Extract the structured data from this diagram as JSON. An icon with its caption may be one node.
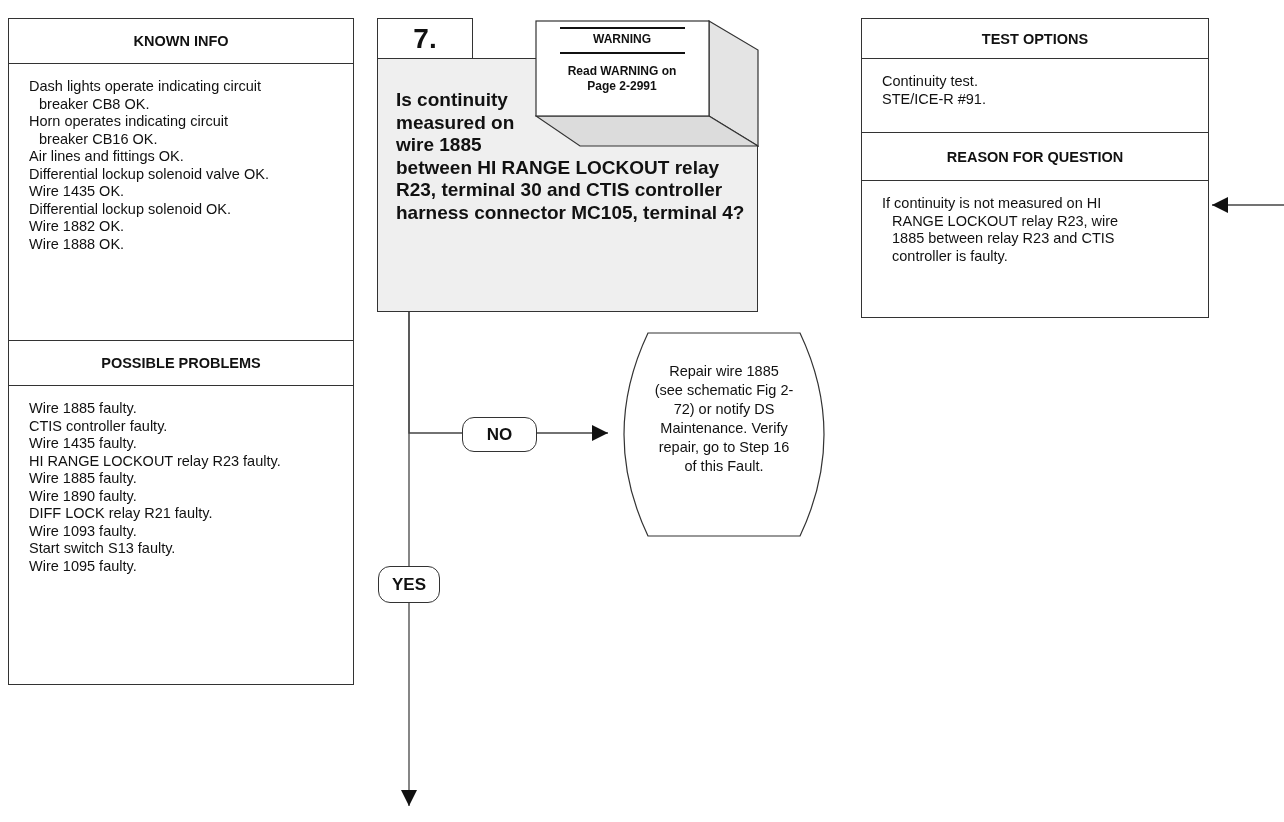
{
  "diagram": {
    "nodes": [
      {
        "text": [
          "KNOWN INFO",
          "Dash lights operate indicating circuit breaker CB8 OK.",
          "Horn operates indicating circuit breaker CB16 OK.",
          "Air lines and fittings OK.",
          "Differential lockup solenoid valve OK.",
          "Wire 1435 OK.",
          "Differential lockup solenoid OK.",
          "Wire 1882 OK.",
          "Wire 1888 OK."
        ]
      },
      {
        "text": [
          "POSSIBLE PROBLEMS",
          "Wire 1885 faulty.",
          "CTIS controller faulty.",
          "Wire 1435 faulty.",
          "HI RANGE LOCKOUT relay R23 faulty.",
          "Wire 1885 faulty.",
          "Wire 1890 faulty.",
          "DIFF LOCK relay R21 faulty.",
          "Wire 1093 faulty.",
          "Start switch S13 faulty.",
          "Wire 1095 faulty."
        ]
      },
      {
        "text": [
          "7."
        ]
      },
      {
        "text": [
          "Is continuity measured on wire 1885 between HI RANGE LOCKOUT relay R23, terminal 30 and CTIS controller harness connector MC105, terminal 4?"
        ]
      },
      {
        "text": [
          "WARNING",
          "Read WARNING on Page 2-2991"
        ]
      },
      {
        "text": [
          "TEST OPTIONS",
          "Continuity test.",
          "STE/ICE-R #91."
        ]
      },
      {
        "text": [
          "REASON FOR QUESTION",
          "If continuity is not measured on HI RANGE LOCKOUT relay R23, wire 1885 between relay R23 and CTIS controller is faulty."
        ]
      },
      {
        "text": [
          "Repair wire 1885 (see schematic Fig 2-72) or notify DS Maintenance. Verify repair, go to Step 16 of this Fault."
        ]
      }
    ],
    "edges": [
      {
        "from": 3,
        "to": 7,
        "arrow": "to",
        "label": "NO"
      },
      {
        "from": 3,
        "to": null,
        "arrow": "to",
        "label": "YES"
      },
      {
        "from": null,
        "to": 6,
        "arrow": "to"
      }
    ]
  }
}
